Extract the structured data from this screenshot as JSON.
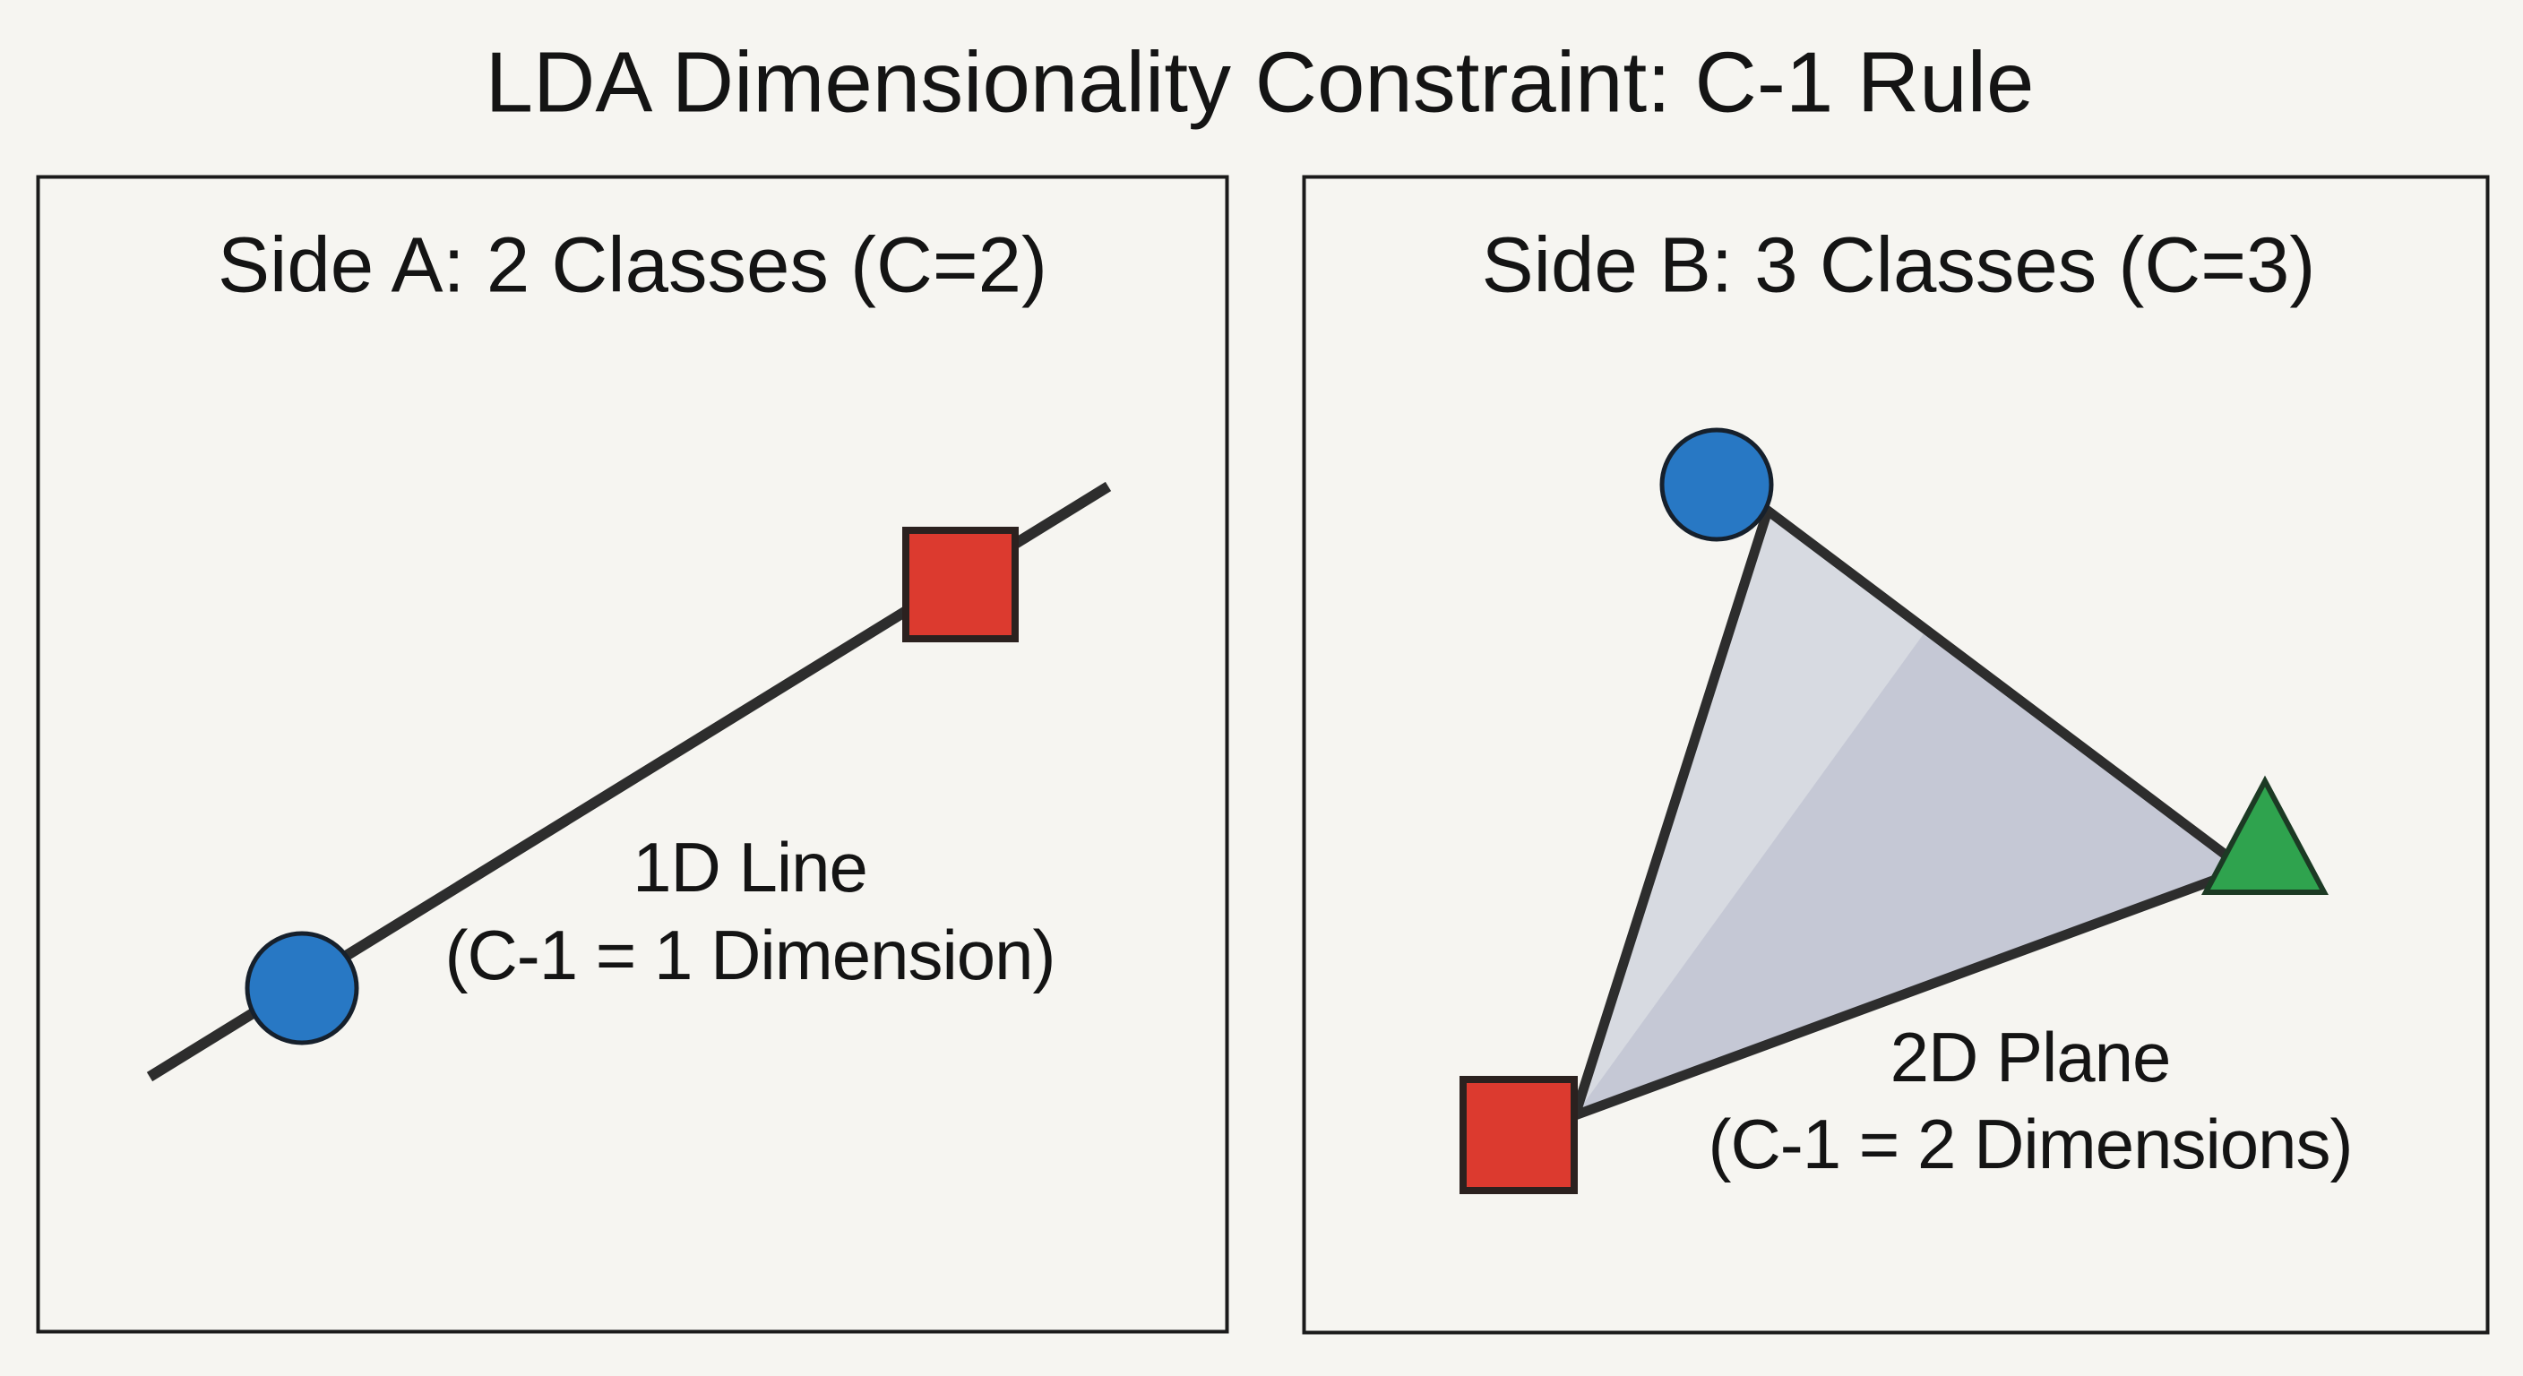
{
  "title": "LDA Dimensionality Constraint: C-1 Rule",
  "panels": {
    "left": {
      "header": "Side A: 2 Classes (C=2)",
      "label_line1": "1D Line",
      "label_line2": "(C-1 = 1 Dimension)",
      "marker_names": [
        "blue-circle-class-marker",
        "red-square-class-marker"
      ]
    },
    "right": {
      "header": "Side B: 3 Classes (C=3)",
      "label_line1": "2D Plane",
      "label_line2": "(C-1 = 2 Dimensions)",
      "marker_names": [
        "blue-circle-class-marker",
        "red-square-class-marker",
        "green-triangle-class-marker"
      ]
    }
  },
  "colors": {
    "background": "#f6f5f1",
    "panel_border": "#1b1b1b",
    "stroke_dark": "#2d2d2d",
    "text": "#141414",
    "class_blue": "#2878c4",
    "class_blue_edge": "#16202c",
    "class_red": "#dc3a2f",
    "class_red_edge": "#2b211f",
    "class_green": "#2fa34e",
    "class_green_edge": "#1c3a24",
    "plane_light": "#d7dae1",
    "plane_dark": "#c5c8d5"
  }
}
